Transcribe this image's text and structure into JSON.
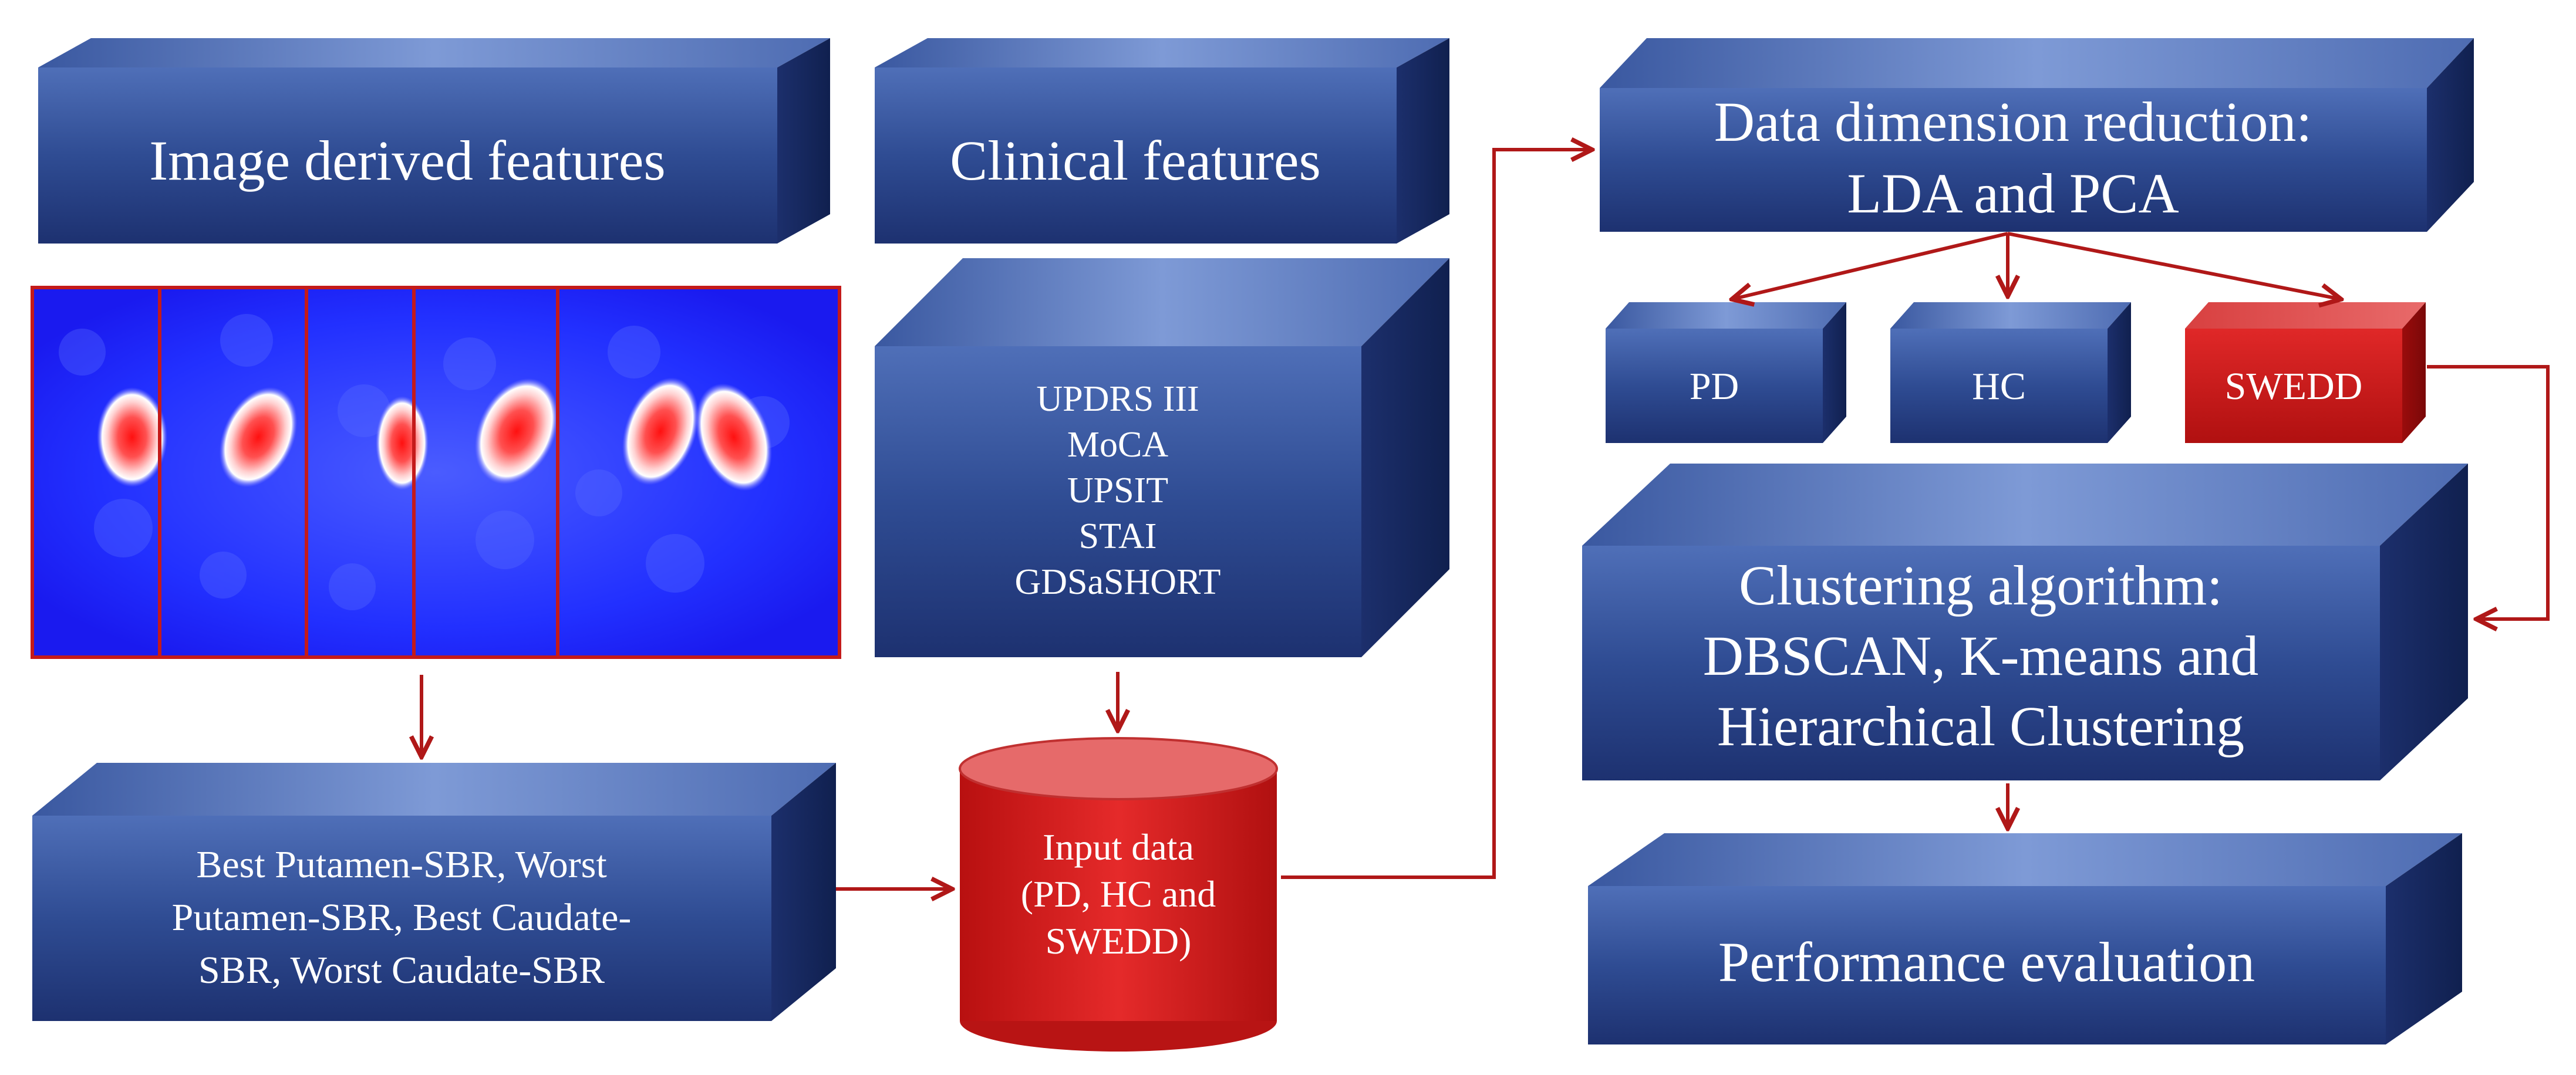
{
  "boxes": {
    "image_features": "Image derived features",
    "clinical_features": "Clinical features",
    "clinical_list": [
      "UPDRS III",
      "MoCA",
      "UPSIT",
      "STAI",
      "GDSaSHORT"
    ],
    "sbr_features": [
      "Best Putamen-SBR, Worst",
      "Putamen-SBR, Best Caudate-",
      "SBR, Worst Caudate-SBR"
    ],
    "input_data": [
      "Input  data",
      "(PD, HC and",
      "SWEDD)"
    ],
    "dim_reduction": [
      "Data dimension reduction:",
      "LDA and PCA"
    ],
    "pd": "PD",
    "hc": "HC",
    "swedd": "SWEDD",
    "clustering": [
      "Clustering algorithm:",
      "DBSCAN, K-means and",
      "Hierarchical Clustering"
    ],
    "performance": "Performance evaluation"
  },
  "colors": {
    "blue_box": "#2e4a8c",
    "red_box": "#c41a1a",
    "arrow": "#b01818",
    "scan_bg": "#1a1aff"
  }
}
